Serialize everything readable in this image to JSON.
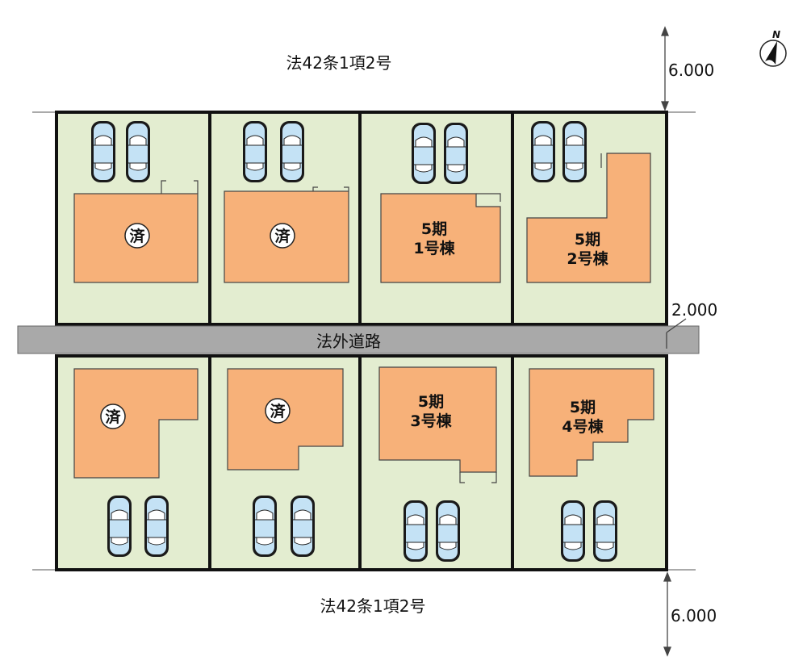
{
  "roads": {
    "top_label": "法42条1項2号",
    "bottom_label": "法42条1項2号",
    "private_road_label": "法外道路"
  },
  "dimensions": {
    "top_width": "6.000",
    "private_road_width": "2.000",
    "bottom_width": "6.000"
  },
  "compass": {
    "label": "N"
  },
  "lots": {
    "top": [
      {
        "line1": "済",
        "line2": "",
        "sold": true
      },
      {
        "line1": "済",
        "line2": "",
        "sold": true
      },
      {
        "line1": "5期",
        "line2": "1号棟",
        "sold": false
      },
      {
        "line1": "5期",
        "line2": "2号棟",
        "sold": false
      }
    ],
    "bottom": [
      {
        "line1": "済",
        "line2": "",
        "sold": true
      },
      {
        "line1": "済",
        "line2": "",
        "sold": true
      },
      {
        "line1": "5期",
        "line2": "3号棟",
        "sold": false
      },
      {
        "line1": "5期",
        "line2": "4号棟",
        "sold": false
      }
    ]
  },
  "colors": {
    "lot": "#e3edd0",
    "building": "#f7b179",
    "road": "#a9a9a9",
    "car": "#bfe0f4"
  }
}
